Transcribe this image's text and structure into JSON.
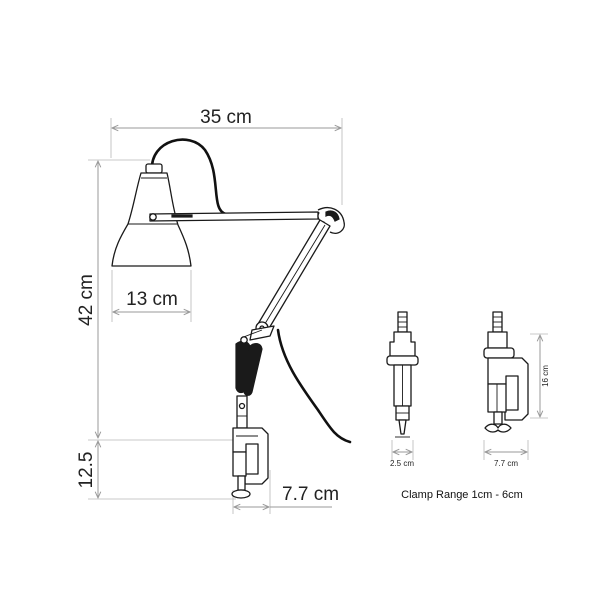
{
  "dimensions": {
    "width_label": "35 cm",
    "height_label": "42 cm",
    "shade_label": "13 cm",
    "clamp_height_label": "12.5",
    "clamp_width_label": "7.7 cm"
  },
  "clamp_detail": {
    "side_width_label": "2.5 cm",
    "front_width_label": "7.7 cm",
    "front_height_label": "16 cm",
    "caption": "Clamp Range 1cm - 6cm"
  },
  "colors": {
    "line_art": "#1a1a1a",
    "dimension_line": "#9a9a9a",
    "background": "#ffffff"
  }
}
